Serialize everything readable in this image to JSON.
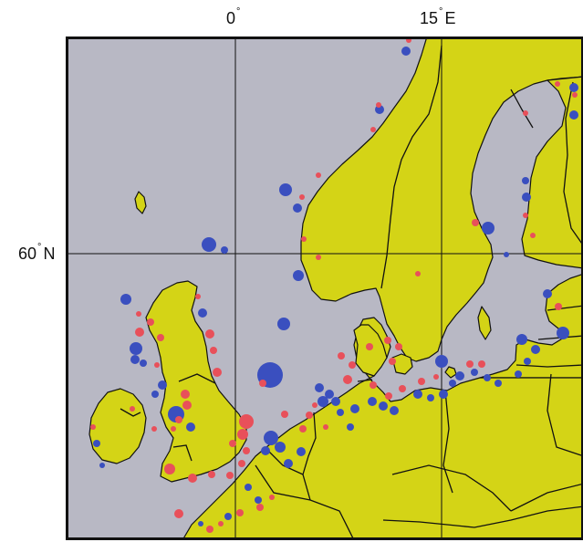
{
  "labels": {
    "lon0": {
      "value": "0",
      "deg": "°",
      "dir": ""
    },
    "lon15": {
      "value": "15",
      "deg": "°",
      "dir": "E"
    },
    "lat60": {
      "value": "60",
      "deg": "°",
      "dir": "N"
    }
  },
  "colors": {
    "sea": "#b8b8c4",
    "land": "#d4d416",
    "coast": "#111111",
    "series_a": "#3a4fbf",
    "series_b": "#e8505a"
  }
}
